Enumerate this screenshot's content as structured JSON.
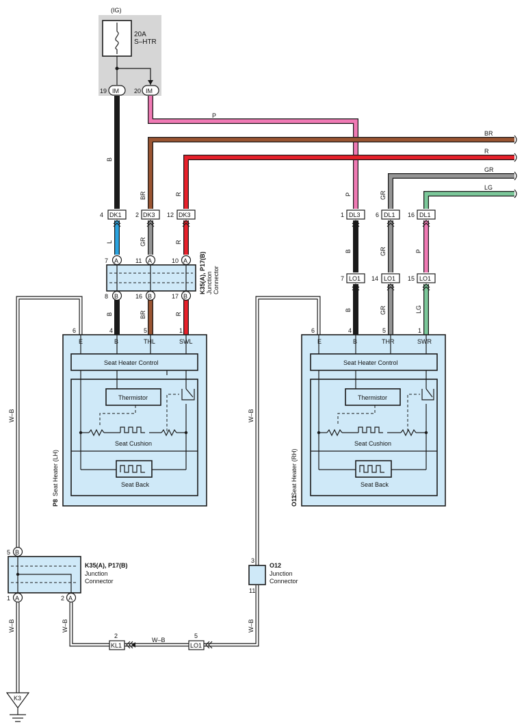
{
  "power": {
    "source": "(IG)",
    "fuse_rating": "20A",
    "fuse_name": "S–HTR",
    "pin_left_num": "19",
    "pin_left_code": "IM",
    "pin_right_num": "20",
    "pin_right_code": "IM"
  },
  "wire_colors": {
    "B": "#1a1a1a",
    "BR": "#9b5532",
    "R": "#e8202a",
    "GR": "#959595",
    "LG": "#7cc89a",
    "P": "#f07ab4",
    "L": "#2aa3df",
    "WB": "#ffffff"
  },
  "wire_labels": {
    "p_top": "P",
    "br_right": "BR",
    "r_right": "R",
    "gr_right": "GR",
    "lg_right": "LG",
    "b_upper_left": "B",
    "br_upper": "BR",
    "r_upper": "R",
    "p_right": "P",
    "gr_right_upper": "GR",
    "l_lower": "L",
    "gr_lower_left": "GR",
    "r_lower_left": "R",
    "b_bottom_left": "B",
    "br_bottom": "BR",
    "r_bottom": "R",
    "b_mid_right": "B",
    "gr_mid_right": "GR",
    "p_mid_right": "P",
    "b_bottom_right": "B",
    "gr_bottom_right": "GR",
    "lg_bottom_right": "LG",
    "wb_left": "W–B",
    "wb_right": "W–B",
    "wb_ground": "W–B",
    "wb_a2": "W–B",
    "wb_bottom": "W–B",
    "wb_o12": "W–B"
  },
  "connectors": {
    "dk1_pin": "4",
    "dk1": "DK1",
    "dk3a_pin": "2",
    "dk3a": "DK3",
    "dk3b_pin": "12",
    "dk3b": "DK3",
    "dl3_pin": "1",
    "dl3": "DL3",
    "dl1a_pin": "6",
    "dl1a": "DL1",
    "dl1b_pin": "16",
    "dl1b": "DL1",
    "lo1a_pin": "7",
    "lo1a": "LO1",
    "lo1b_pin": "14",
    "lo1b": "LO1",
    "lo1c_pin": "15",
    "lo1c": "LO1",
    "kl1_pin": "2",
    "kl1": "KL1",
    "lo1d_pin": "5",
    "lo1d": "LO1"
  },
  "junction_top": {
    "label": "K35(A), P17(B)",
    "sub1": "Junction",
    "sub2": "Connector",
    "top_pins": [
      "7",
      "11",
      "10"
    ],
    "top_codes": [
      "A",
      "A",
      "A"
    ],
    "bottom_pins": [
      "8",
      "16",
      "17"
    ],
    "bottom_codes": [
      "B",
      "B",
      "B"
    ]
  },
  "junction_bottom": {
    "label": "K35(A), P17(B)",
    "sub1": "Junction",
    "sub2": "Connector",
    "pin_top": "5",
    "code_top": "B",
    "pin_bl": "1",
    "code_bl": "A",
    "pin_br": "2",
    "code_br": "A"
  },
  "junction_o12": {
    "label": "O12",
    "sub1": "Junction",
    "sub2": "Connector",
    "pin_top": "3",
    "pin_bottom": "11"
  },
  "heater_lh": {
    "id": "P8",
    "name": "Seat Heater (LH)",
    "pins": [
      "6",
      "4",
      "5",
      "1"
    ],
    "terms": [
      "E",
      "B",
      "THL",
      "SWL"
    ],
    "control": "Seat Heater Control",
    "thermistor": "Thermistor",
    "cushion": "Seat Cushion",
    "back": "Seat Back"
  },
  "heater_rh": {
    "id": "O11",
    "name": "Seat Heater (RH)",
    "pins": [
      "6",
      "4",
      "5",
      "1"
    ],
    "terms": [
      "E",
      "B",
      "THR",
      "SWR"
    ],
    "control": "Seat Heater Control",
    "thermistor": "Thermistor",
    "cushion": "Seat Cushion",
    "back": "Seat Back"
  },
  "ground": {
    "code": "K3"
  }
}
